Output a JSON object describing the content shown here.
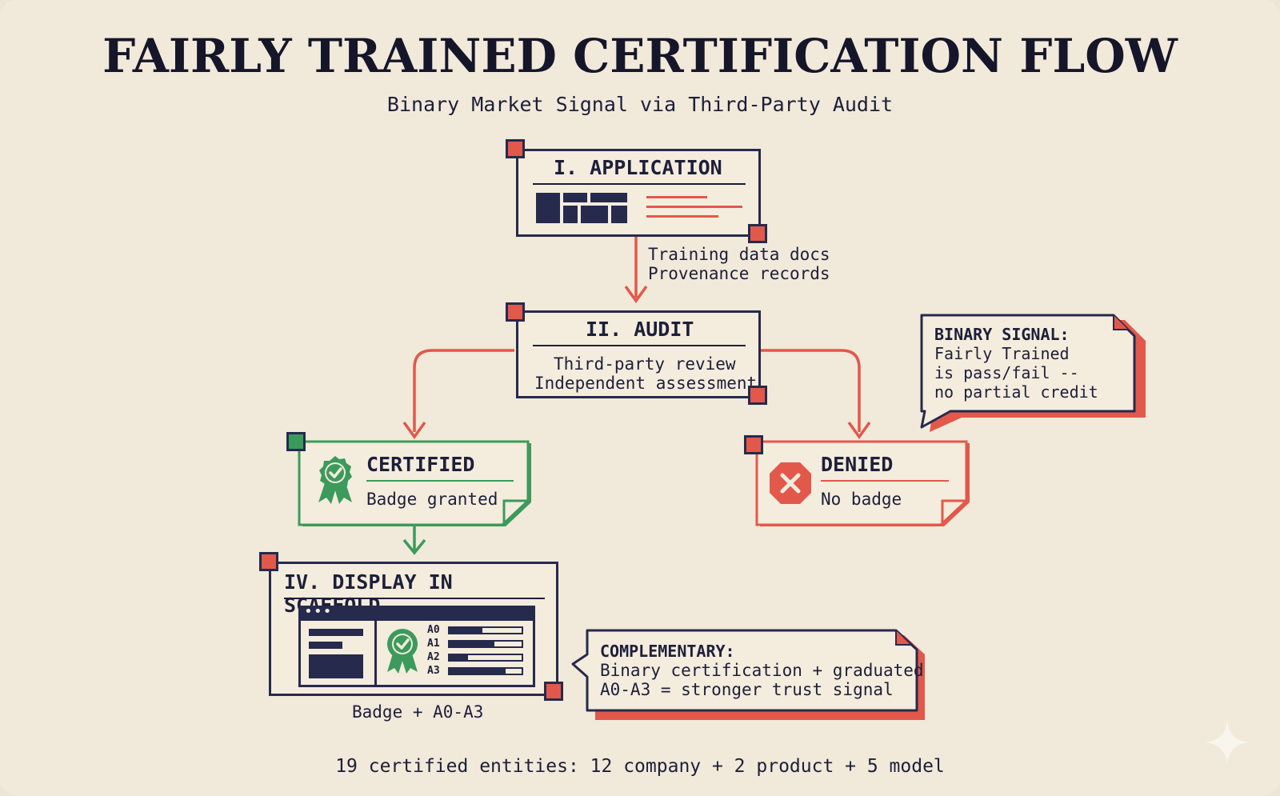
{
  "title": "FAIRLY TRAINED CERTIFICATION FLOW",
  "subtitle": "Binary Market Signal via Third-Party Audit",
  "application": {
    "title": "I. APPLICATION",
    "edge_label_1": "Training data docs",
    "edge_label_2": "Provenance records"
  },
  "audit": {
    "title": "II. AUDIT",
    "line1": "Third-party review",
    "line2": "Independent assessment"
  },
  "certified": {
    "title": "CERTIFIED",
    "subtitle": "Badge granted"
  },
  "denied": {
    "title": "DENIED",
    "subtitle": "No badge"
  },
  "binary_signal": {
    "heading": "BINARY SIGNAL:",
    "line1": "Fairly Trained",
    "line2": "is pass/fail --",
    "line3": "no partial credit"
  },
  "display": {
    "title": "IV. DISPLAY IN SCAFFOLD",
    "dots": "•••",
    "levels": [
      {
        "label": "A0",
        "fill": 0.45
      },
      {
        "label": "A1",
        "fill": 0.62
      },
      {
        "label": "A2",
        "fill": 0.25
      },
      {
        "label": "A3",
        "fill": 0.78
      }
    ],
    "caption": "Badge + A0-A3"
  },
  "complementary": {
    "heading": "COMPLEMENTARY:",
    "line1": "Binary certification + graduated",
    "line2": "A0-A3 = stronger trust signal"
  },
  "footer": "19 certified entities: 12 company + 2 product + 5 model",
  "colors": {
    "background": "#f1e9da",
    "navy": "#262a4d",
    "red": "#e2584b",
    "green": "#3c9a5c"
  },
  "icons": [
    "certified-badge-icon",
    "denied-x-icon",
    "sparkle-icon"
  ]
}
